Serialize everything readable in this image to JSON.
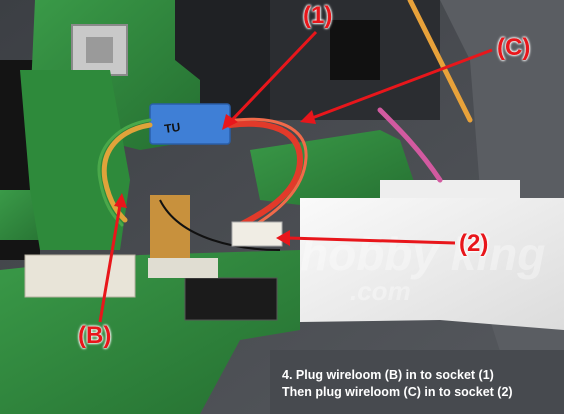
{
  "callouts": {
    "socket_1": "(1)",
    "wireloom_c": "(C)",
    "socket_2": "(2)",
    "wireloom_b": "(B)"
  },
  "caption": {
    "line1": "4. Plug wireloom (B) in to socket (1)",
    "line2": "Then plug wireloom (C) in to socket (2)"
  },
  "component_labels": {
    "connector_text": "TU"
  },
  "watermark": {
    "text": "hobby king .com"
  },
  "colors": {
    "arrow_red": "#e8161b",
    "pcb_green": "#2f8a3c",
    "case_grey": "#4a4d52",
    "connector_blue": "#3f7fd6",
    "caption_text": "#ffffff"
  }
}
